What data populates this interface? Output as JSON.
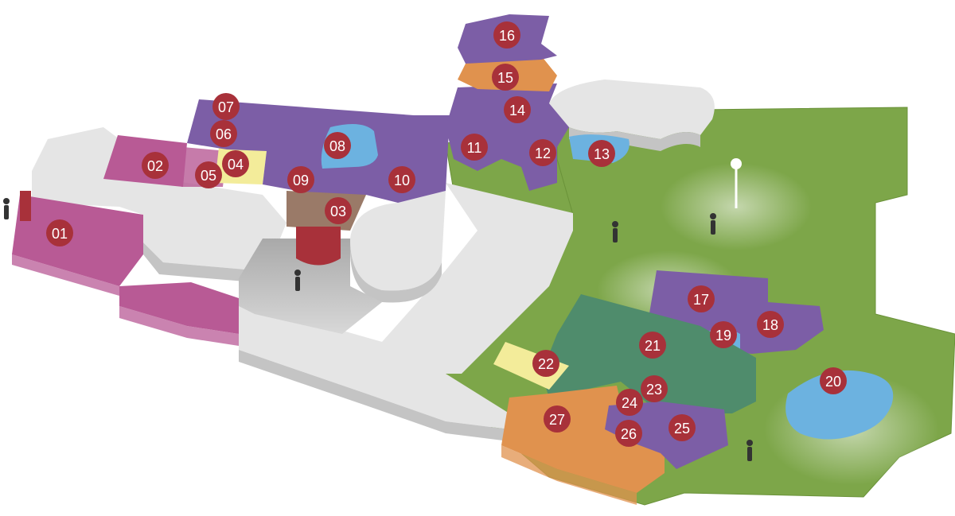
{
  "colors": {
    "lawn": "#7da649",
    "lawn_edge": "#6a9239",
    "building": "#e5e5e5",
    "building_side": "#c4c4c4",
    "magenta_zone": "#b85a95",
    "purple_zone": "#7c5ea6",
    "orange_zone": "#e0924e",
    "yellow_zone": "#f3ec9a",
    "brown_zone": "#9a7a68",
    "teal_zone": "#4f8c6c",
    "water": "#6cb2e0",
    "marker": "#a8313a",
    "marker_text": "#ffffff"
  },
  "markers": [
    {
      "label": "01",
      "icon": "location-marker-icon"
    },
    {
      "label": "02",
      "icon": "location-marker-icon"
    },
    {
      "label": "03",
      "icon": "location-marker-icon"
    },
    {
      "label": "04",
      "icon": "location-marker-icon"
    },
    {
      "label": "05",
      "icon": "location-marker-icon"
    },
    {
      "label": "06",
      "icon": "location-marker-icon"
    },
    {
      "label": "07",
      "icon": "location-marker-icon"
    },
    {
      "label": "08",
      "icon": "location-marker-icon"
    },
    {
      "label": "09",
      "icon": "location-marker-icon"
    },
    {
      "label": "10",
      "icon": "location-marker-icon"
    },
    {
      "label": "11",
      "icon": "location-marker-icon"
    },
    {
      "label": "12",
      "icon": "location-marker-icon"
    },
    {
      "label": "13",
      "icon": "location-marker-icon"
    },
    {
      "label": "14",
      "icon": "location-marker-icon"
    },
    {
      "label": "15",
      "icon": "location-marker-icon"
    },
    {
      "label": "16",
      "icon": "location-marker-icon"
    },
    {
      "label": "17",
      "icon": "location-marker-icon"
    },
    {
      "label": "18",
      "icon": "location-marker-icon"
    },
    {
      "label": "19",
      "icon": "location-marker-icon"
    },
    {
      "label": "20",
      "icon": "location-marker-icon"
    },
    {
      "label": "21",
      "icon": "location-marker-icon"
    },
    {
      "label": "22",
      "icon": "location-marker-icon"
    },
    {
      "label": "23",
      "icon": "location-marker-icon"
    },
    {
      "label": "24",
      "icon": "location-marker-icon"
    },
    {
      "label": "25",
      "icon": "location-marker-icon"
    },
    {
      "label": "26",
      "icon": "location-marker-icon"
    },
    {
      "label": "27",
      "icon": "location-marker-icon"
    }
  ]
}
